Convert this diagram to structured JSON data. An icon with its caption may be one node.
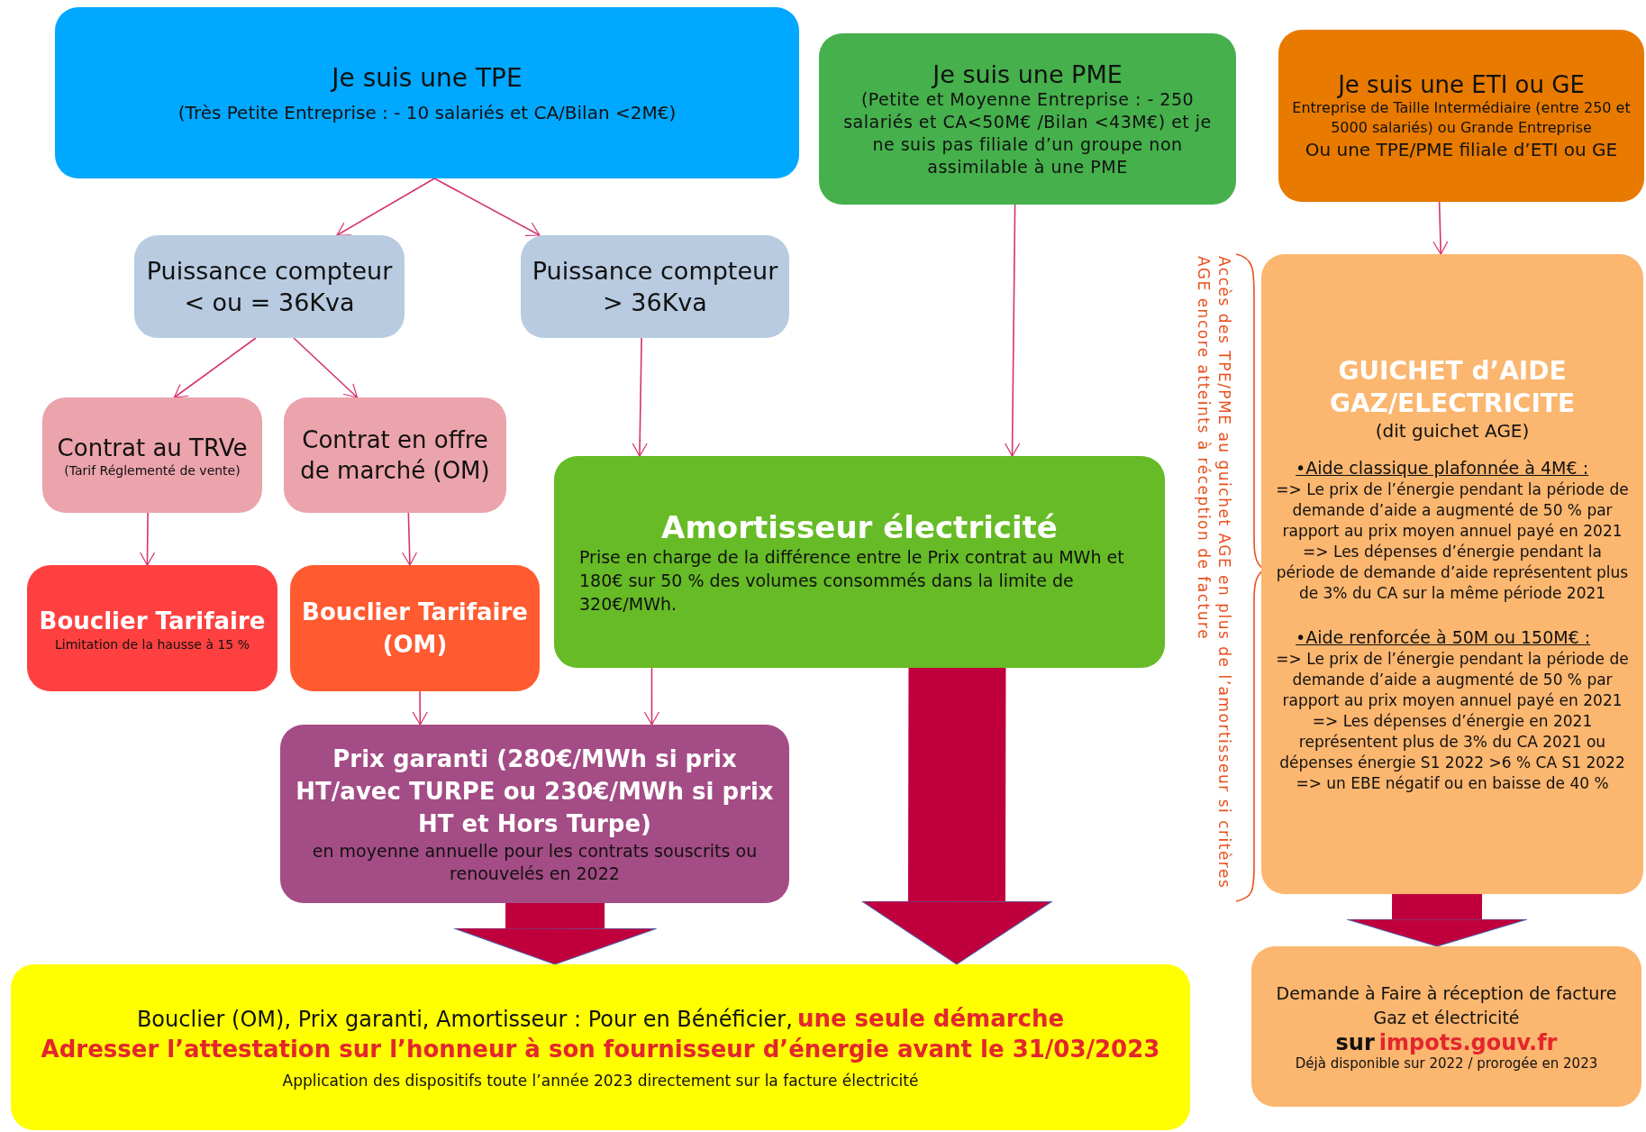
{
  "diagram": {
    "nodes": [
      {
        "text": [
          "Je suis une TPE",
          "(Très Petite Entreprise : - 10 salariés et CA/Bilan <2M€)"
        ]
      },
      {
        "text": [
          "Je suis une PME",
          "(Petite et Moyenne Entreprise : - 250 salariés et CA<50M€ /Bilan <43M€) et je ne suis pas filiale d’un groupe non assimilable à une PME"
        ]
      },
      {
        "text": [
          "Je suis une ETI ou GE",
          "Entreprise de Taille Intermédiaire (entre 250 et 5000 salariés) ou Grande Entreprise",
          "Ou une TPE/PME filiale d’ETI ou GE"
        ]
      },
      {
        "text": [
          "Puissance compteur < ou = 36Kva"
        ]
      },
      {
        "text": [
          "Puissance compteur > 36Kva"
        ]
      },
      {
        "text": [
          "Contrat au TRVe",
          "(Tarif Réglementé de vente)"
        ]
      },
      {
        "text": [
          "Contrat en offre de marché (OM)"
        ]
      },
      {
        "text": [
          "Bouclier Tarifaire",
          "Limitation de la hausse à 15 %"
        ]
      },
      {
        "text": [
          "Bouclier Tarifaire (OM)"
        ]
      },
      {
        "text": [
          "Amortisseur électricité",
          "Prise en charge de la différence entre le Prix contrat au MWh et 180€ sur 50 % des volumes consommés dans la limite de 320€/MWh."
        ]
      },
      {
        "text": [
          "Prix garanti (280€/MWh si prix HT/avec TURPE ou 230€/MWh si prix HT et Hors Turpe)",
          "en moyenne annuelle pour les contrats souscrits ou renouvelés en 2022"
        ]
      },
      {
        "text": [
          "GUICHET d’AIDE GAZ/ELECTRICITE",
          "(dit guichet AGE)",
          "•Aide classique plafonnée à 4M€ :",
          "=> Le prix de l’énergie pendant la période de demande d’aide a augmenté de 50 % par rapport au prix moyen annuel payé en 2021",
          "=> Les dépenses d’énergie pendant la période de demande d’aide représentent plus de 3% du CA sur la même période 2021",
          "•Aide renforcée à 50M ou 150M€ :",
          "=> Le prix de l’énergie pendant la période de demande d’aide a augmenté de 50 % par rapport au prix moyen annuel payé en 2021",
          "=> Les dépenses d’énergie en 2021 représentent plus de 3% du CA 2021 ou dépenses énergie S1 2022 >6 % CA S1 2022",
          "=> un EBE négatif ou en baisse de 40 %"
        ]
      },
      {
        "text": [
          "Bouclier (OM), Prix garanti, Amortisseur : Pour en Bénéficier,",
          "une seule démarche",
          "Adresser l’attestation sur l’honneur à son fournisseur d’énergie avant le 31/03/2023",
          "Application des dispositifs toute l’année 2023 directement sur la facture électricité"
        ]
      },
      {
        "text": [
          "Demande à Faire à réception de facture Gaz et électricité",
          "sur",
          "impots.gouv.fr",
          "Déjà disponible sur 2022 / prorogée en 2023"
        ]
      }
    ],
    "edges": [
      {
        "from": 0,
        "to": 3,
        "arrow": "to"
      },
      {
        "from": 0,
        "to": 4,
        "arrow": "to"
      },
      {
        "from": 3,
        "to": 5,
        "arrow": "to"
      },
      {
        "from": 3,
        "to": 6,
        "arrow": "to"
      },
      {
        "from": 4,
        "to": 9,
        "arrow": "to"
      },
      {
        "from": 1,
        "to": 9,
        "arrow": "to"
      },
      {
        "from": 2,
        "to": 11,
        "arrow": "to"
      },
      {
        "from": 5,
        "to": 7,
        "arrow": "to"
      },
      {
        "from": 6,
        "to": 8,
        "arrow": "to"
      },
      {
        "from": 8,
        "to": 10,
        "arrow": "to"
      },
      {
        "from": 9,
        "to": 10,
        "arrow": "to"
      },
      {
        "from": 9,
        "to": 12,
        "arrow": "to",
        "style": "thick",
        "color": "#c0003c"
      },
      {
        "from": 10,
        "to": 12,
        "arrow": "to",
        "style": "thick",
        "color": "#c0003c"
      },
      {
        "from": 11,
        "to": 13,
        "arrow": "to",
        "style": "thick",
        "color": "#c0003c"
      }
    ],
    "labels": [
      "Accès des TPE/PME au guichet AGE en plus de l’amortisseur si critères AGE encore atteints à réception de facture"
    ]
  }
}
